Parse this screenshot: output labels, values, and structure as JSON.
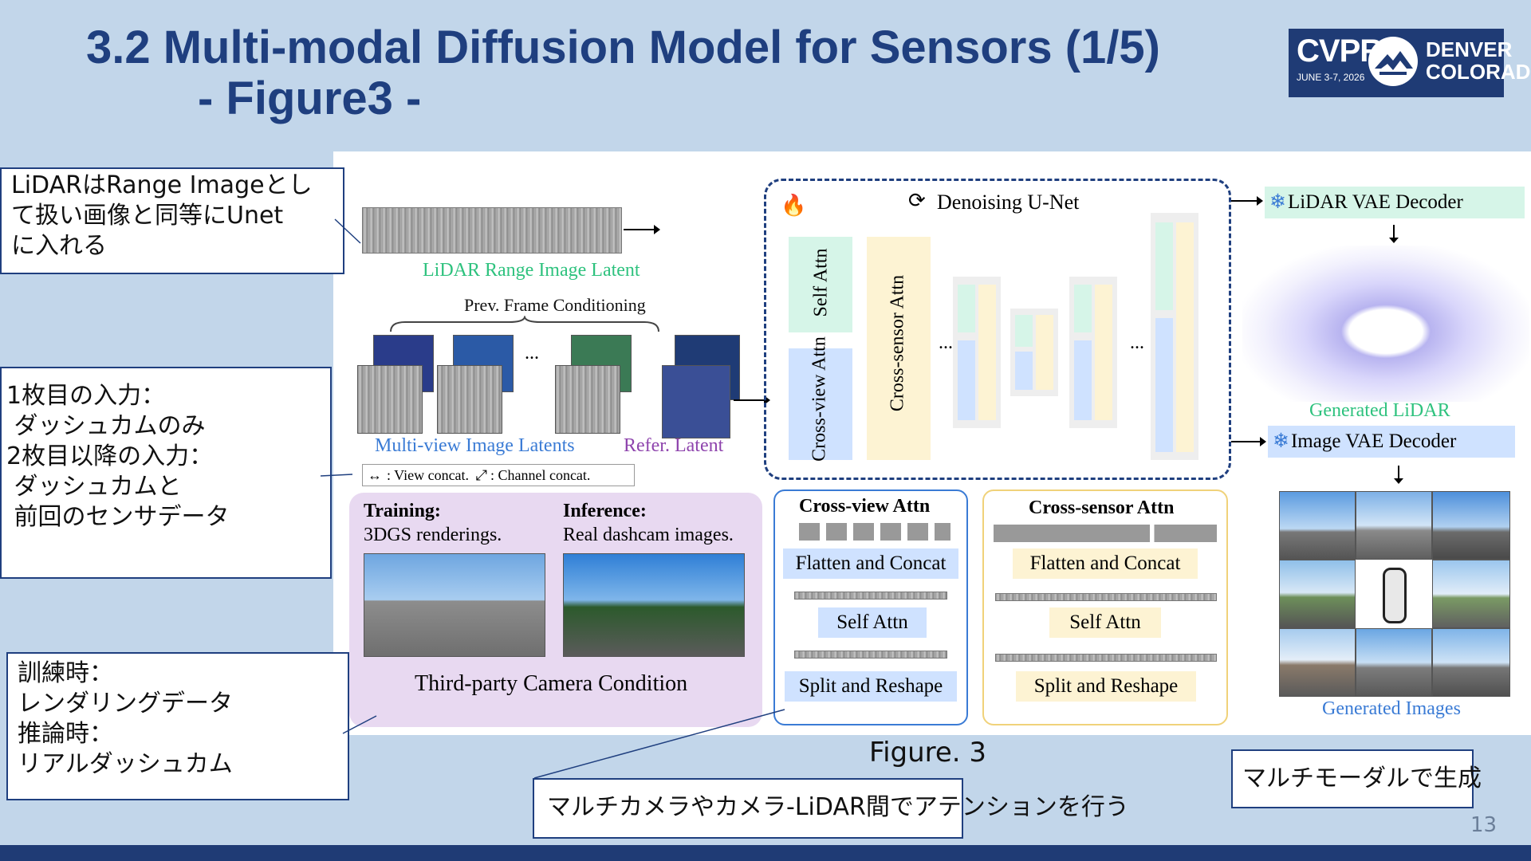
{
  "slide": {
    "title_line1": "3.2 Multi-modal Diffusion Model for Sensors (1/5)",
    "title_line2": "- Figure3 -",
    "page_number": "13",
    "caption": "Figure. 3"
  },
  "logo": {
    "name": "CVPR",
    "dates": "JUNE 3-7, 2026",
    "city1": "DENVER",
    "city2": "COLORADO"
  },
  "notes": {
    "lidar": "LiDARはRange Imageとし\nて扱い画像と同等にUnet\nに入れる",
    "input": "1枚目の入力：\n ダッシュカムのみ\n2枚目以降の入力：\n ダッシュカムと\n 前回のセンサデータ",
    "training": "訓練時：\nレンダリングデータ\n推論時：\nリアルダッシュカム",
    "attention": "マルチカメラやカメラ-LiDAR間でアテンションを行う",
    "multimodal": "マルチモーダルで生成"
  },
  "figure": {
    "lidar_latent": "LiDAR Range Image Latent",
    "prev_frame": "Prev. Frame Conditioning",
    "multiview": "Multi-view Image Latents",
    "refer": "Refer. Latent",
    "legend_view": ": View concat.",
    "legend_channel": ": Channel concat.",
    "training_head": "Training:",
    "training_text": "3DGS renderings.",
    "inference_head": "Inference:",
    "inference_text": "Real dashcam images.",
    "third_party": "Third-party Camera Condition",
    "unet_title": "Denoising U-Net",
    "self_attn": "Self Attn",
    "cross_view_attn": "Cross-view Attn",
    "cross_sensor_attn": "Cross-sensor Attn",
    "ellipsis": "...",
    "lidar_decoder": "LiDAR VAE Decoder",
    "image_decoder": "Image VAE Decoder",
    "generated_lidar": "Generated LiDAR",
    "generated_images": "Generated Images",
    "cv_box_title": "Cross-view Attn",
    "cs_box_title": "Cross-sensor Attn",
    "flatten": "Flatten and Concat",
    "self": "Self Attn",
    "split": "Split and Reshape"
  },
  "colors": {
    "title": "#1f3f7f",
    "green": "#2ec27e",
    "blue_label": "#3a7bd5",
    "purple": "#8e44ad",
    "cream": "#fdf3d3",
    "light_blue": "#cfe2ff",
    "light_green": "#d6f5e8"
  }
}
